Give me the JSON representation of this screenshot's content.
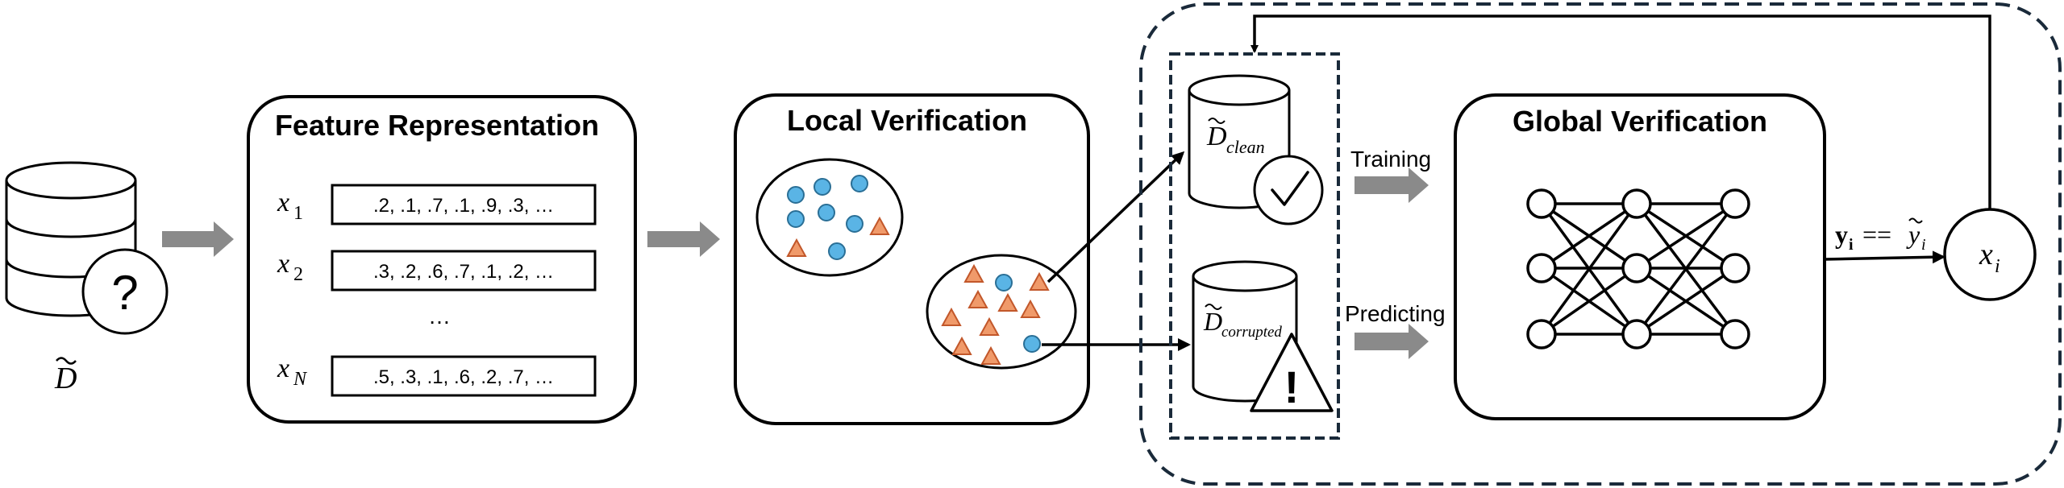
{
  "input": {
    "dataset_symbol": "D",
    "question_mark": "?"
  },
  "feature": {
    "title": "Feature Representation",
    "rows": [
      {
        "var": "x",
        "sub": "1",
        "vector": ".2, .1, .7, .1, .9, .3, …"
      },
      {
        "var": "x",
        "sub": "2",
        "vector": ".3, .2, .6, .7, .1, .2, …"
      },
      {
        "var": "x",
        "sub": "N",
        "vector": ".5, .3, .1, .6, .2, .7, …"
      }
    ],
    "ellipsis": "…"
  },
  "local": {
    "title": "Local Verification"
  },
  "datasets": {
    "clean_symbol": "D",
    "clean_sub": "clean",
    "corrupted_symbol": "D",
    "corrupted_sub": "corrupted",
    "warning": "!"
  },
  "arrows": {
    "training": "Training",
    "predicting": "Predicting"
  },
  "global": {
    "title": "Global Verification",
    "layers": [
      3,
      3,
      3
    ]
  },
  "output": {
    "check_lhs": "y",
    "check_lhs_sub": "i",
    "check_op": "==",
    "check_rhs": "y",
    "check_rhs_sub": "i",
    "node_var": "x",
    "node_sub": "i"
  },
  "colors": {
    "blue": "#5ab4e5",
    "orange": "#f09a6a",
    "arrow_gray": "#8a8a8a",
    "dashed_frame": "#1a2a3a"
  }
}
